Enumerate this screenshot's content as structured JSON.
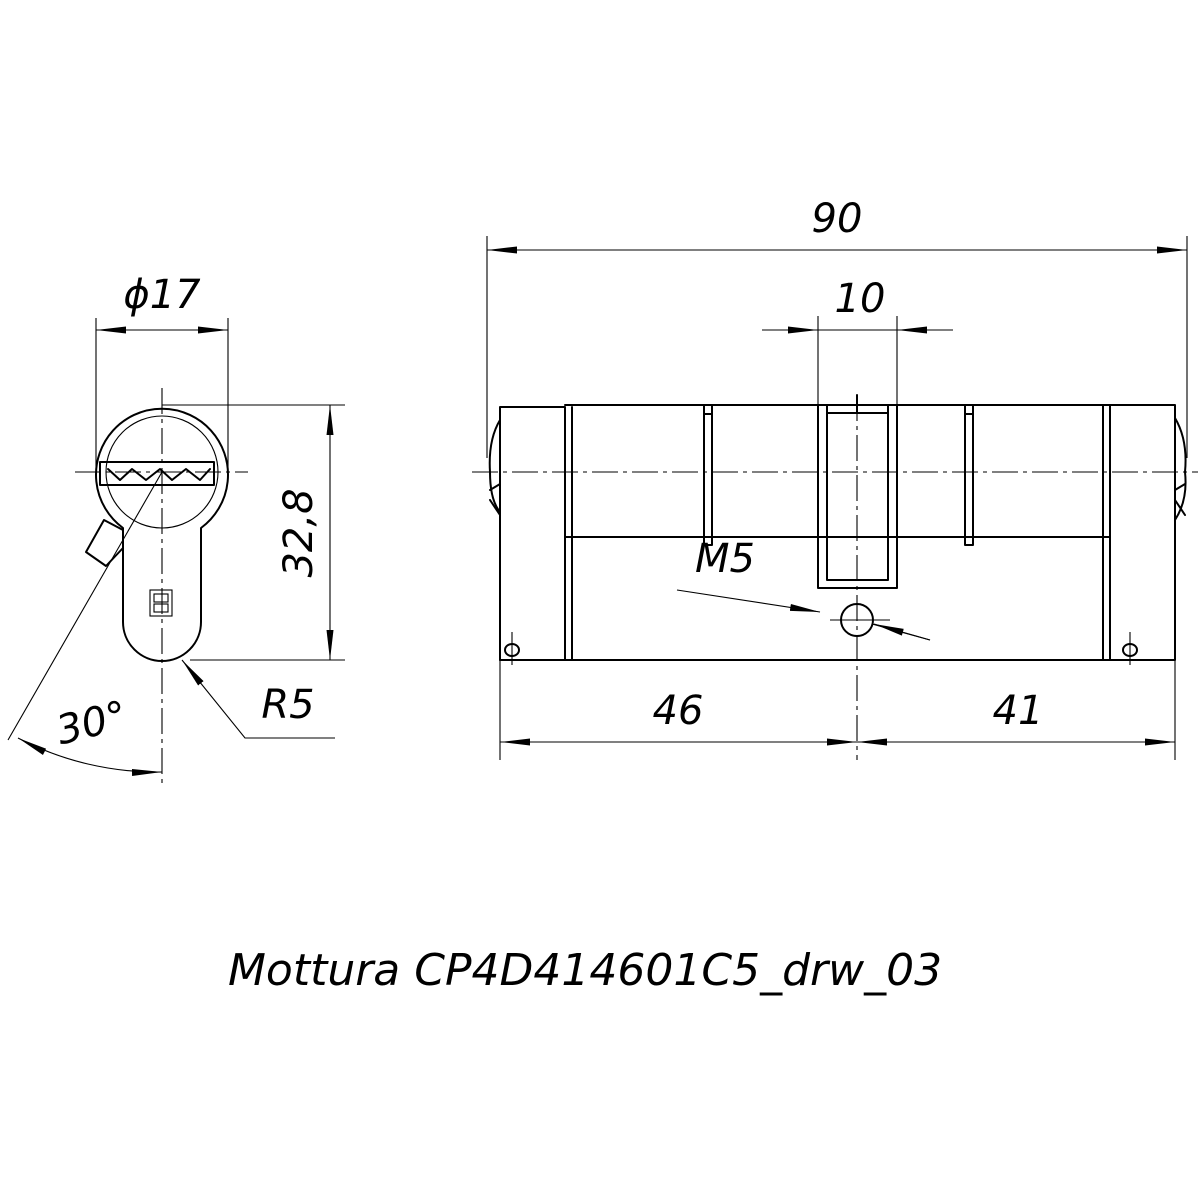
{
  "dimensions": {
    "overall_length": "90",
    "cam_width": "10",
    "left_part": "46",
    "right_part": "41",
    "diameter": "ϕ17",
    "height": "32,8",
    "radius": "R5",
    "angle": "30°",
    "screw_thread": "M5"
  },
  "title": "Mottura CP4D414601C5_drw_03",
  "colors": {
    "line": "#000000",
    "background": "#ffffff"
  }
}
